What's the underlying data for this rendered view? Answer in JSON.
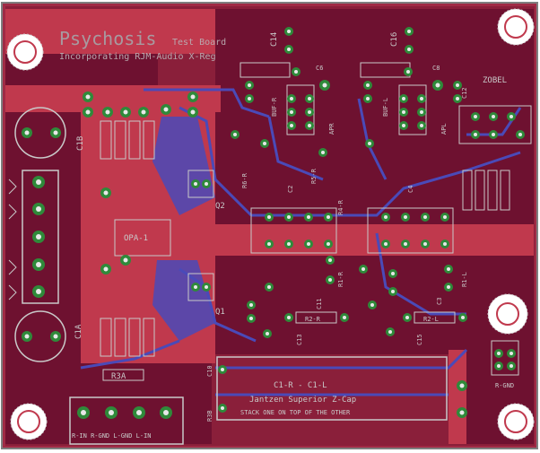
{
  "board": {
    "title": "Psychosis",
    "title_suffix": "Test Board",
    "subtitle": "Incorporating RJM-Audio X-Reg",
    "box_title": "C1-R   -   C1-L",
    "box_line1": "Jantzen Superior Z-Cap",
    "box_line2": "STACK ONE ON TOP OF THE OTHER",
    "zobel_label": "ZOBEL",
    "opa_label": "OPA-1",
    "input_label": "R-IN R-GND L-GND L-IN"
  },
  "labels": {
    "c1b": "C1B",
    "c1a": "C1A",
    "c14": "C14",
    "c16": "C16",
    "c6": "C6",
    "c8": "C8",
    "c12": "C12",
    "c11": "C11",
    "c13": "C13",
    "c15": "C15",
    "c2": "C2",
    "c4": "C4",
    "c3": "C3",
    "c10": "C10",
    "r3a": "R3A",
    "r3b": "R3B",
    "r2r": "R2-R",
    "r2l": "R2-L",
    "r4r": "R4-R",
    "r5r": "R5-R",
    "r1r": "R1-R",
    "r1l": "R1-L",
    "r6r": "R6-R",
    "buf_r": "BUF-R",
    "buf_l": "BUF-L",
    "apl": "APL",
    "apr": "APR",
    "q1": "Q1",
    "q2": "Q2",
    "rgnd": "R-GND"
  },
  "colors": {
    "board_bg": "#8a1f3a",
    "pour": "#6e1130",
    "copper_top": "#c0394d",
    "trace_bottom": "#4a4ab8",
    "pad": "#2f8a3a",
    "silk": "#b9b9b9"
  }
}
